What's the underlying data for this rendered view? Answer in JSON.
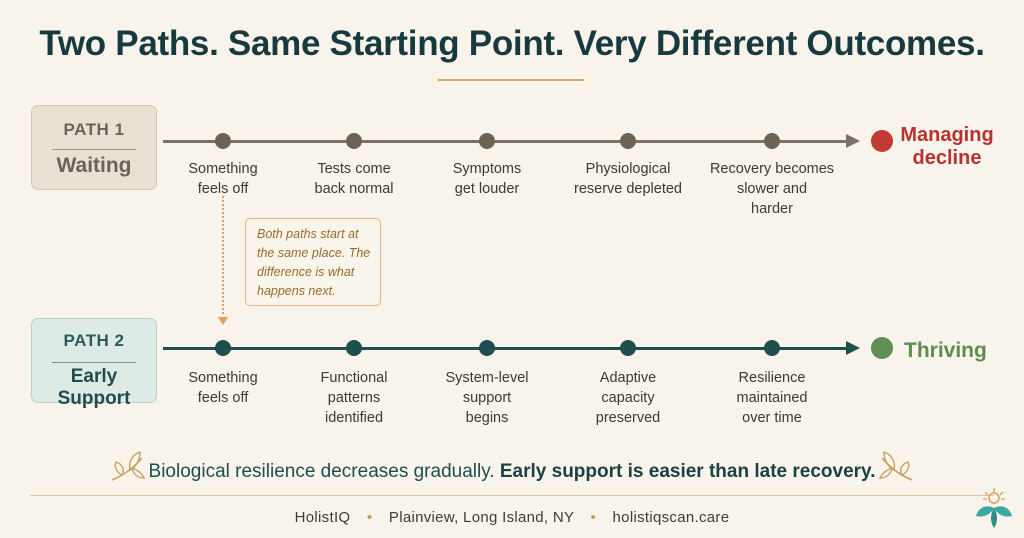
{
  "title": "Two Paths. Same Starting Point. Very Different Outcomes.",
  "path1": {
    "number": "PATH 1",
    "name": "Waiting",
    "outcome_line1": "Managing",
    "outcome_line2": "decline",
    "steps": [
      {
        "l1": "Something",
        "l2": "feels off",
        "l3": ""
      },
      {
        "l1": "Tests come",
        "l2": "back normal",
        "l3": ""
      },
      {
        "l1": "Symptoms",
        "l2": "get louder",
        "l3": ""
      },
      {
        "l1": "Physiological",
        "l2": "reserve depleted",
        "l3": ""
      },
      {
        "l1": "Recovery becomes",
        "l2": "slower and",
        "l3": "harder"
      }
    ]
  },
  "path2": {
    "number": "PATH 2",
    "name": "Early Support",
    "outcome": "Thriving",
    "steps": [
      {
        "l1": "Something",
        "l2": "feels off",
        "l3": ""
      },
      {
        "l1": "Functional",
        "l2": "patterns",
        "l3": "identified"
      },
      {
        "l1": "System-level",
        "l2": "support",
        "l3": "begins"
      },
      {
        "l1": "Adaptive",
        "l2": "capacity",
        "l3": "preserved"
      },
      {
        "l1": "Resilience",
        "l2": "maintained",
        "l3": "over time"
      }
    ]
  },
  "callout": {
    "l1": "Both paths start at",
    "l2": "the same place. The",
    "l3": "difference is what",
    "l4": "happens next."
  },
  "message": {
    "normal": "Biological resilience decreases gradually.",
    "bold": "Early support is easier than late recovery."
  },
  "footer": {
    "brand": "HolistIQ",
    "location": "Plainview, Long Island, NY",
    "website": "holistiqscan.care",
    "separator": "•"
  },
  "colors": {
    "title": "#163a3f",
    "path1_line": "#7a7065",
    "path2_line": "#1d4f51",
    "decline_red": "#c13a35",
    "thriving_green": "#5f8f55",
    "accent_gold": "#d6a86a"
  },
  "icons": [
    "leaf-sprig-icon",
    "holistiq-logo-icon"
  ]
}
